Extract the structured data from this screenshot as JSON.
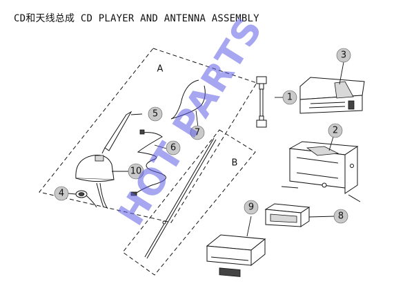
{
  "title": "CD和天线总成 CD PLAYER AND ANTENNA ASSEMBLY",
  "group_labels": {
    "a": "A",
    "b": "B"
  },
  "callouts": {
    "c1": "1",
    "c2": "2",
    "c3": "3",
    "c4": "4",
    "c5": "5",
    "c6": "6",
    "c7": "7",
    "c8": "8",
    "c9": "9",
    "c10": "10"
  },
  "watermark": "HOT PARTS",
  "colors": {
    "watermark": "#5f5fe6",
    "callout_fill": "#c9c9c9"
  }
}
